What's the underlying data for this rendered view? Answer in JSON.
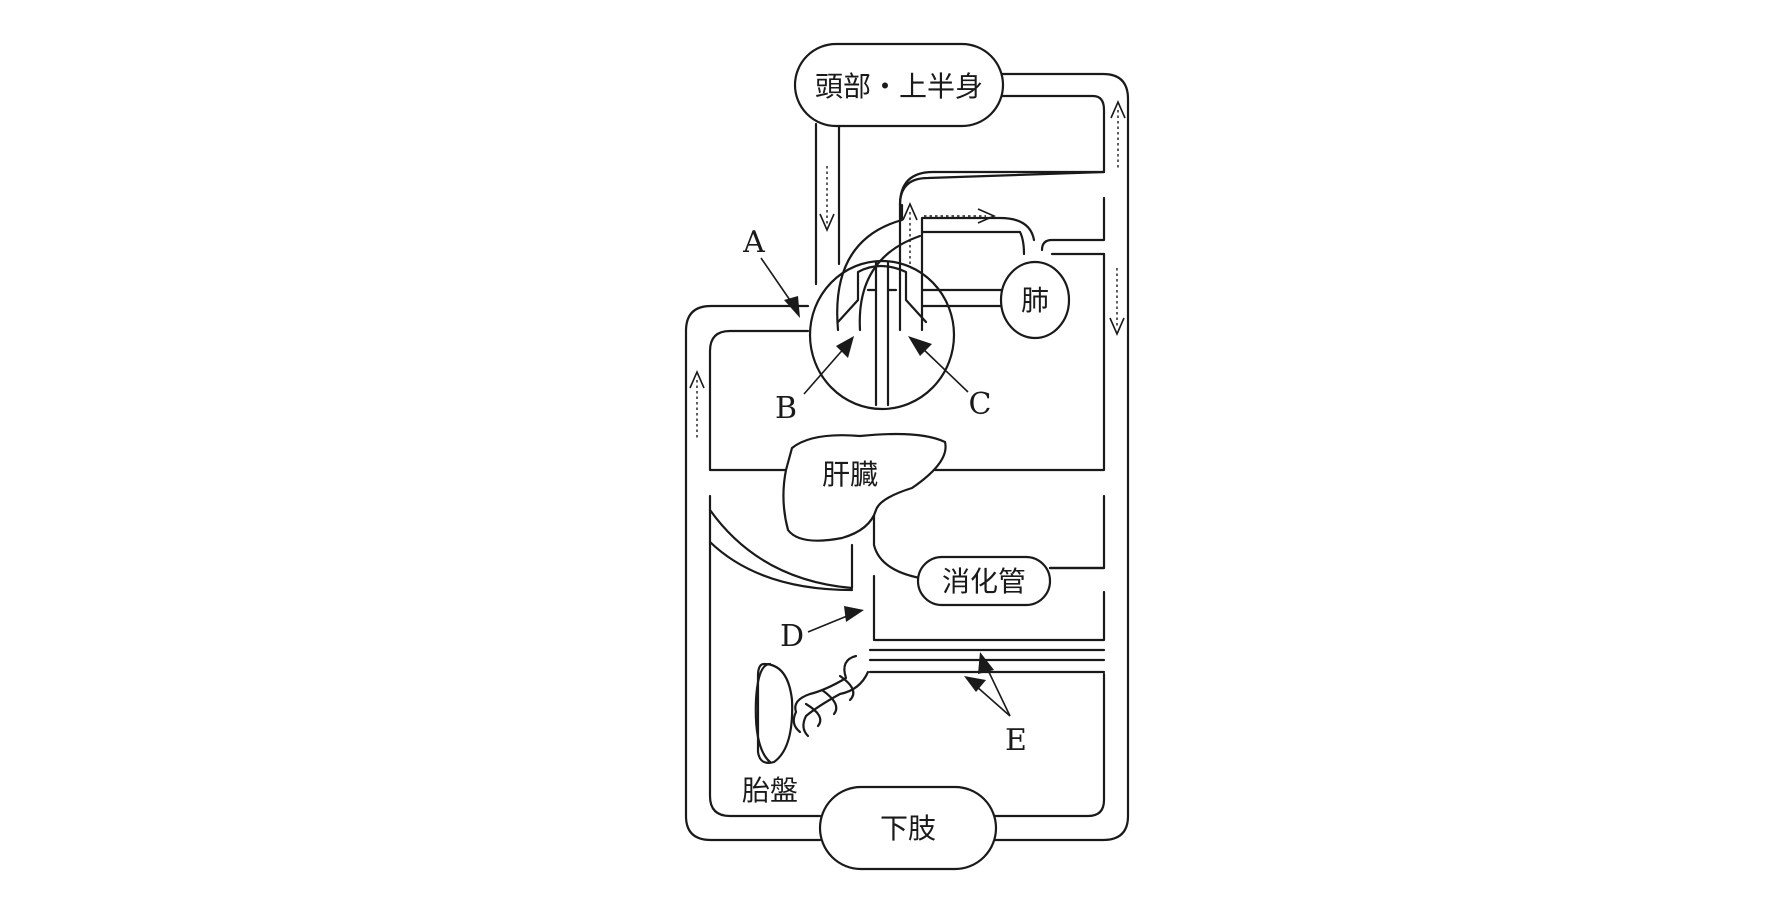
{
  "organs": {
    "head": "頭部・上半身",
    "lung": "肺",
    "liver": "肝臓",
    "gut": "消化管",
    "placenta": "胎盤",
    "legs": "下肢"
  },
  "labels": {
    "a": "A",
    "b": "B",
    "c": "C",
    "d": "D",
    "e": "E"
  }
}
